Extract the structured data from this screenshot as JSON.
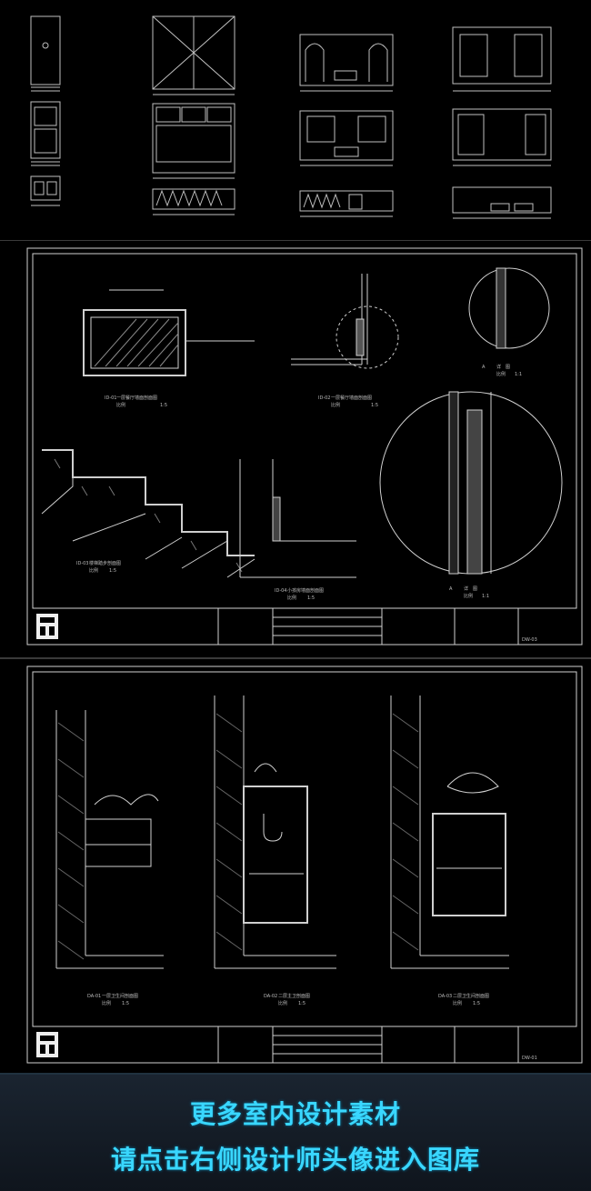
{
  "banner": {
    "line1": "更多室内设计素材",
    "line2": "请点击右侧设计师头像进入图库"
  },
  "sheet2": {
    "details": [
      {
        "tag": "ID-01",
        "title": "一层餐厅墙面剖面图",
        "scale_label": "比例",
        "scale": "1:5"
      },
      {
        "tag": "ID-02",
        "title": "一层餐厅墙面剖面图",
        "scale_label": "比例",
        "scale": "1:5"
      },
      {
        "tag": "ID-03",
        "title": "楼梯踏步剖面图",
        "scale_label": "比例",
        "scale": "1:5"
      },
      {
        "tag": "ID-04",
        "title": "小孩房墙面剖面图",
        "scale_label": "比例",
        "scale": "1:5"
      },
      {
        "tag": "A",
        "title": "详　图",
        "scale_label": "比例",
        "scale": "1:1"
      },
      {
        "tag": "A",
        "title": "详　图",
        "scale_label": "比例",
        "scale": "1:1"
      }
    ],
    "sheet_no": "DW-03"
  },
  "sheet3": {
    "details": [
      {
        "tag": "DA-01",
        "title": "一层卫生间剖面图",
        "scale_label": "比例",
        "scale": "1:5"
      },
      {
        "tag": "DA-02",
        "title": "二层主卫剖面图",
        "scale_label": "比例",
        "scale": "1:5"
      },
      {
        "tag": "DA-03",
        "title": "二层卫生间剖面图",
        "scale_label": "比例",
        "scale": "1:5"
      }
    ],
    "sheet_no": "DW-01"
  },
  "colors": {
    "background": "#000000",
    "line": "#d8d8d8",
    "accent_text": "#39d7ff",
    "banner_bg": "#15202b"
  }
}
